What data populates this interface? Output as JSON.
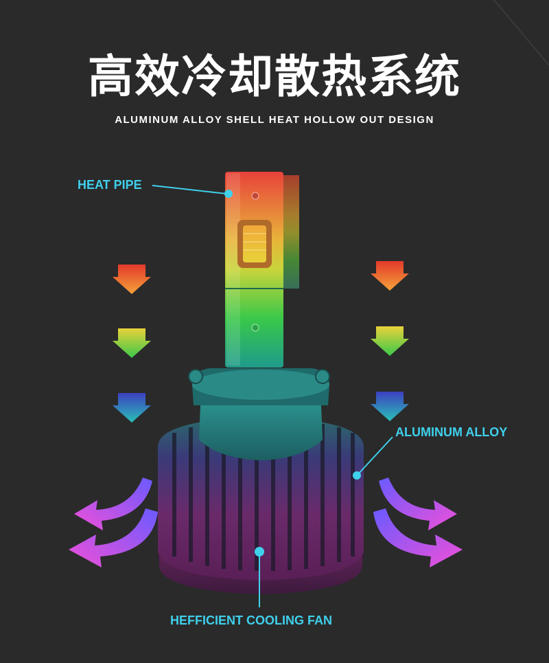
{
  "title": "高效冷却散热系统",
  "subtitle": "ALUMINUM ALLOY SHELL HEAT HOLLOW OUT DESIGN",
  "callouts": {
    "heat_pipe": "HEAT PIPE",
    "aluminum_alloy": "ALUMINUM ALLOY",
    "cooling_fan": "HEFFICIENT COOLING FAN"
  },
  "colors": {
    "background": "#2a2a2a",
    "accent": "#3fd0ec",
    "hot": "#e8423a",
    "warm": "#e8d23a",
    "cool": "#3ac84a",
    "cold": "#3c64c8",
    "exhaust": "#e050e0"
  }
}
